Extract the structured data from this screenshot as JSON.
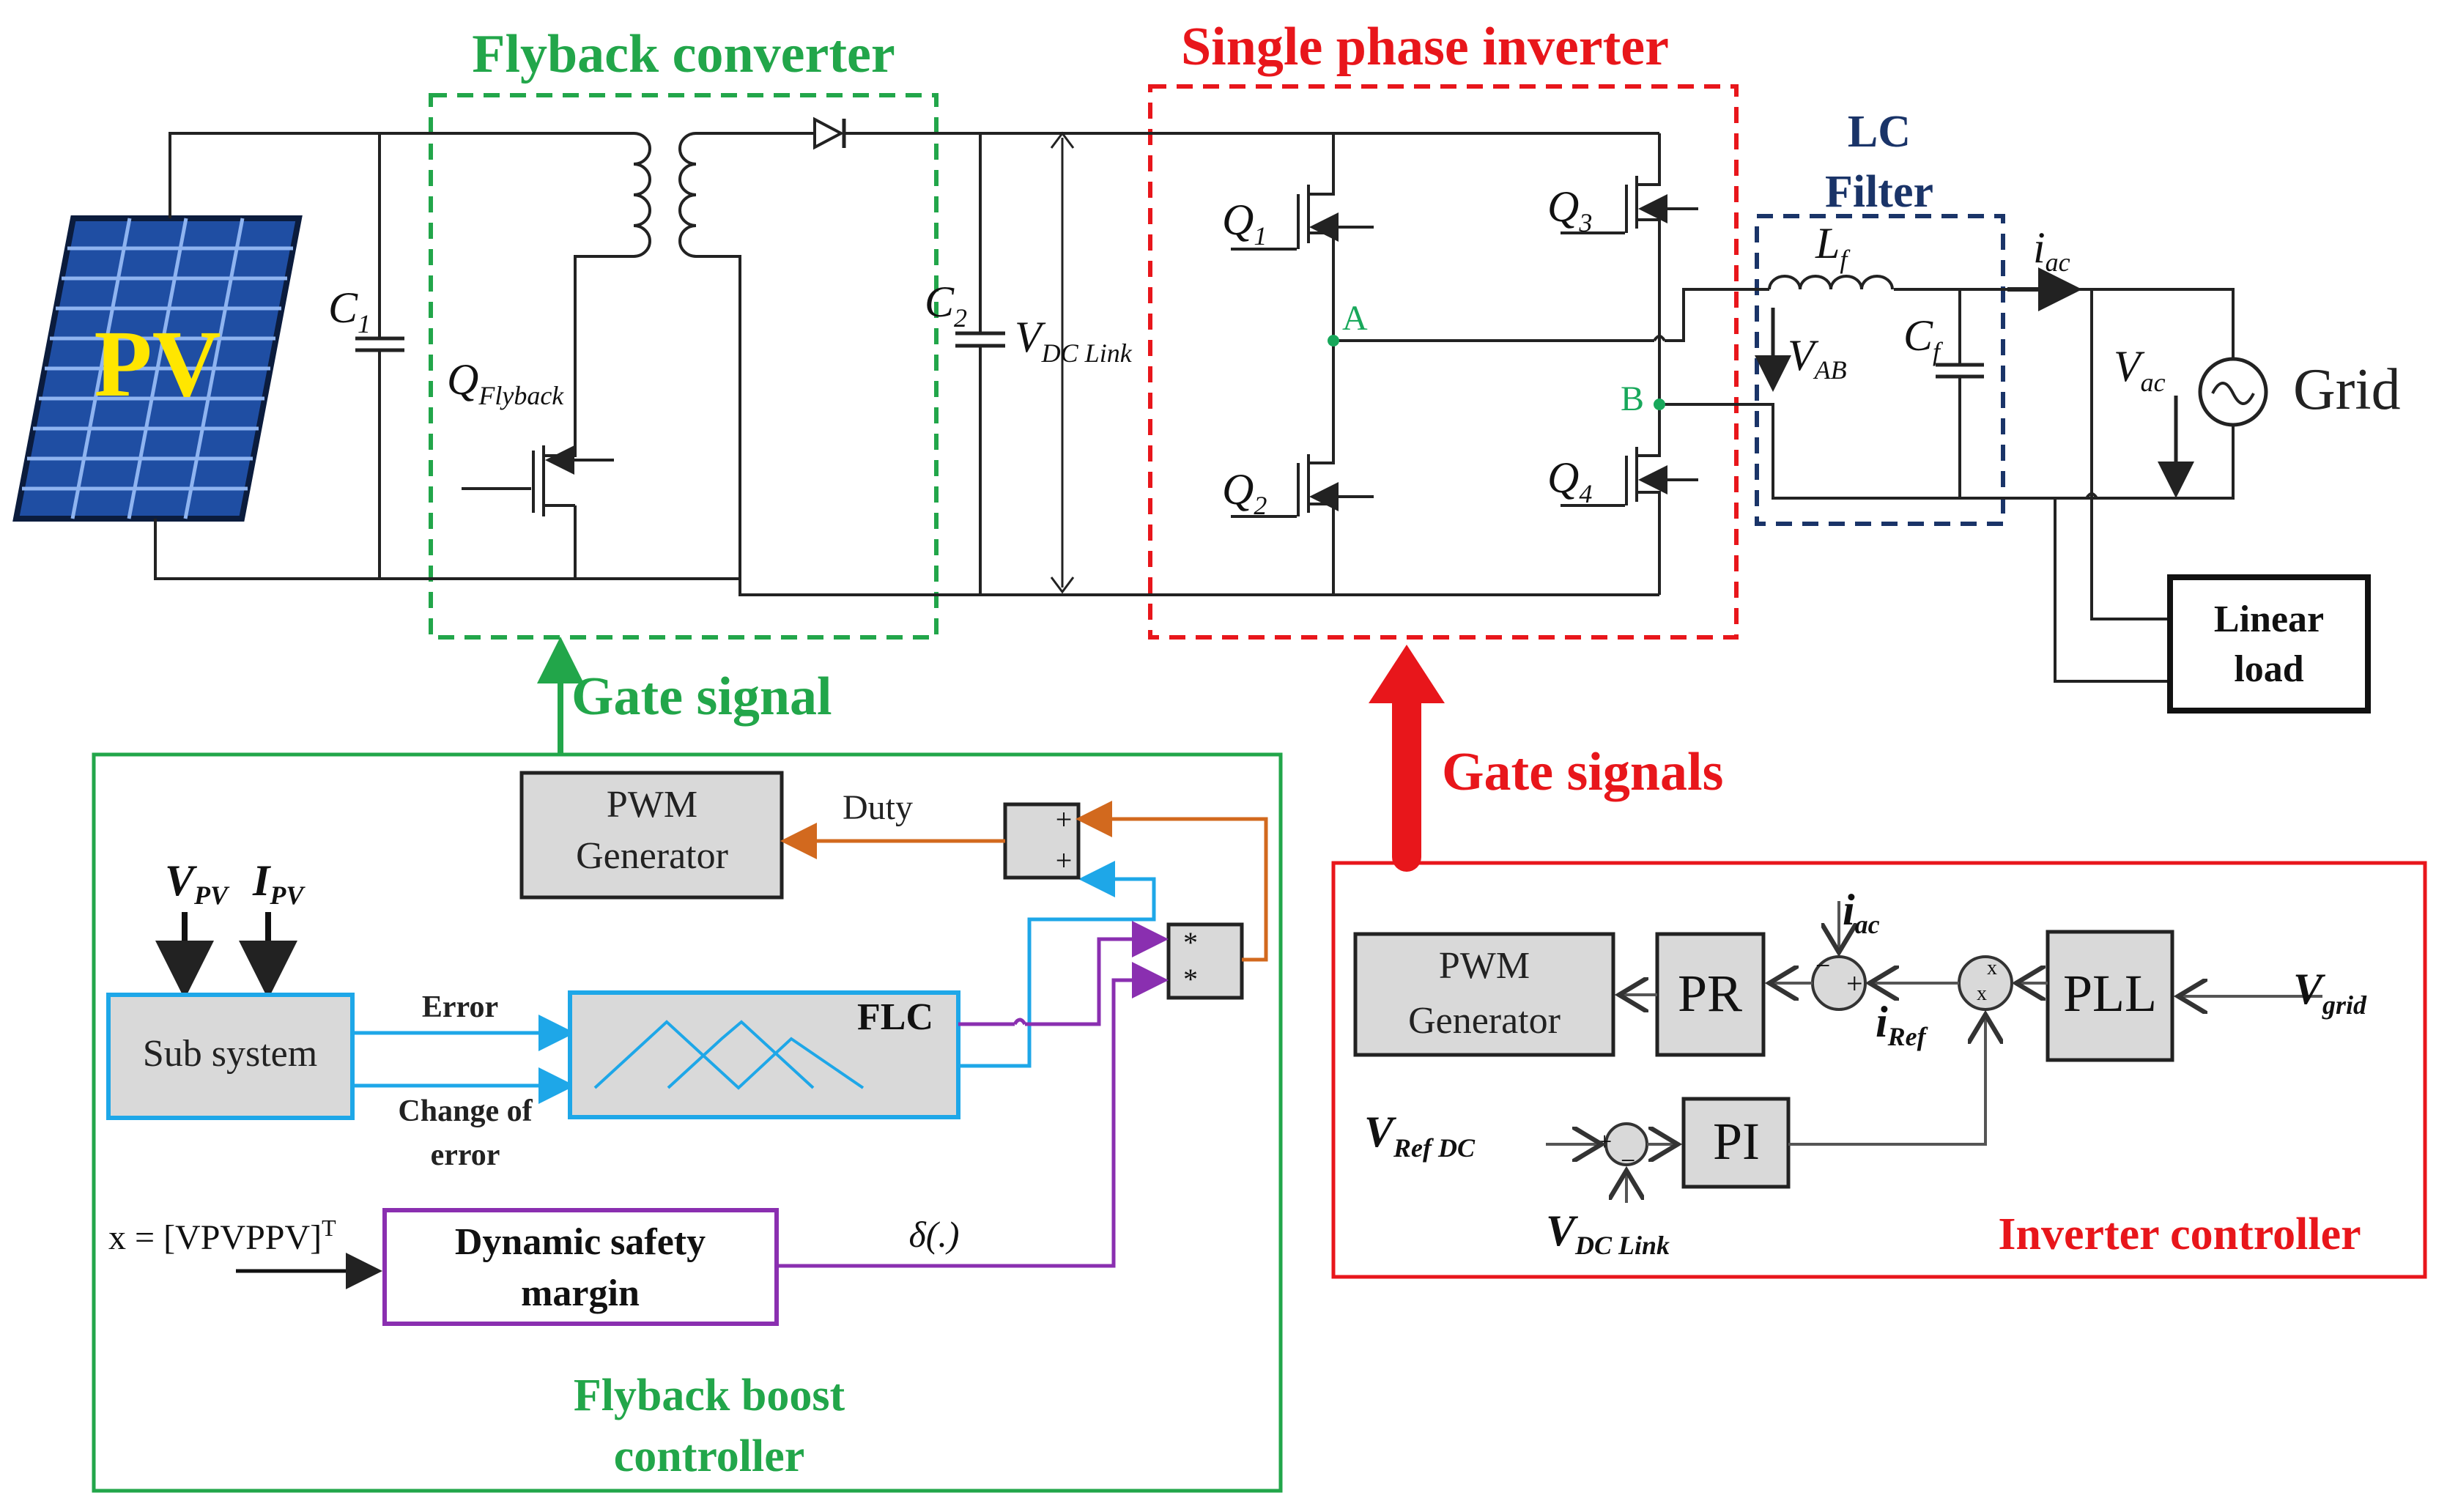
{
  "sections": {
    "flyback_title": "Flyback converter",
    "inverter_title": "Single phase inverter",
    "lc_filter": [
      "LC",
      "Filter"
    ],
    "gate_signal": "Gate signal",
    "gate_signals": "Gate signals",
    "flyback_controller": [
      "Flyback boost",
      "controller"
    ],
    "inverter_controller": "Inverter controller"
  },
  "power_stage": {
    "pv_label": "PV",
    "c1": "C",
    "c1_sub": "1",
    "c2": "C",
    "c2_sub": "2",
    "q_flyback": "Q",
    "q_flyback_sub": "Flyback",
    "vdc": "V",
    "vdc_sub": "DC Link",
    "q1": "Q",
    "q1_sub": "1",
    "q2": "Q",
    "q2_sub": "2",
    "q3": "Q",
    "q3_sub": "3",
    "q4": "Q",
    "q4_sub": "4",
    "node_a": "A",
    "node_b": "B",
    "lf": "L",
    "lf_sub": "f",
    "cf": "C",
    "cf_sub": "f",
    "vab": "V",
    "vab_sub": "AB",
    "iac": "i",
    "iac_sub": "ac",
    "vac": "V",
    "vac_sub": "ac",
    "grid": "Grid",
    "linear_load": [
      "Linear",
      "load"
    ]
  },
  "flyback_ctrl": {
    "vpv": "V",
    "vpv_sub": "PV",
    "ipv": "I",
    "ipv_sub": "PV",
    "sub_system": "Sub system",
    "error": "Error",
    "change_of_error": [
      "Change of",
      "error"
    ],
    "flc": "FLC",
    "pwm_generator": [
      "PWM",
      "Generator"
    ],
    "duty": "Duty",
    "sum_signs": [
      "+",
      "+"
    ],
    "mult_signs": [
      "*",
      "*"
    ],
    "state_vector": "x = [VPVPPV]",
    "transpose": "T",
    "dynamic_safety": [
      "Dynamic safety",
      "margin"
    ],
    "delta": "δ(.)"
  },
  "inverter_ctrl": {
    "pwm_generator": [
      "PWM",
      "Generator"
    ],
    "pr": "PR",
    "pll": "PLL",
    "pi": "PI",
    "iac": "i",
    "iac_sub": "ac",
    "iref": "i",
    "iref_sub": "Ref",
    "vgrid": "V",
    "vgrid_sub": "grid",
    "vref_dc": "V",
    "vref_dc_sub": "Ref DC",
    "vdc_link": "V",
    "vdc_link_sub": "DC Link"
  },
  "colors": {
    "green": "#22a64a",
    "red": "#e8161b",
    "navy": "#1a3468",
    "orange": "#d2691e",
    "blue": "#1ea7e8",
    "purple": "#8a2fb0",
    "pv_panel": "#1f4ea3",
    "pv_text": "#ffe600",
    "node_green": "#18a85b"
  }
}
